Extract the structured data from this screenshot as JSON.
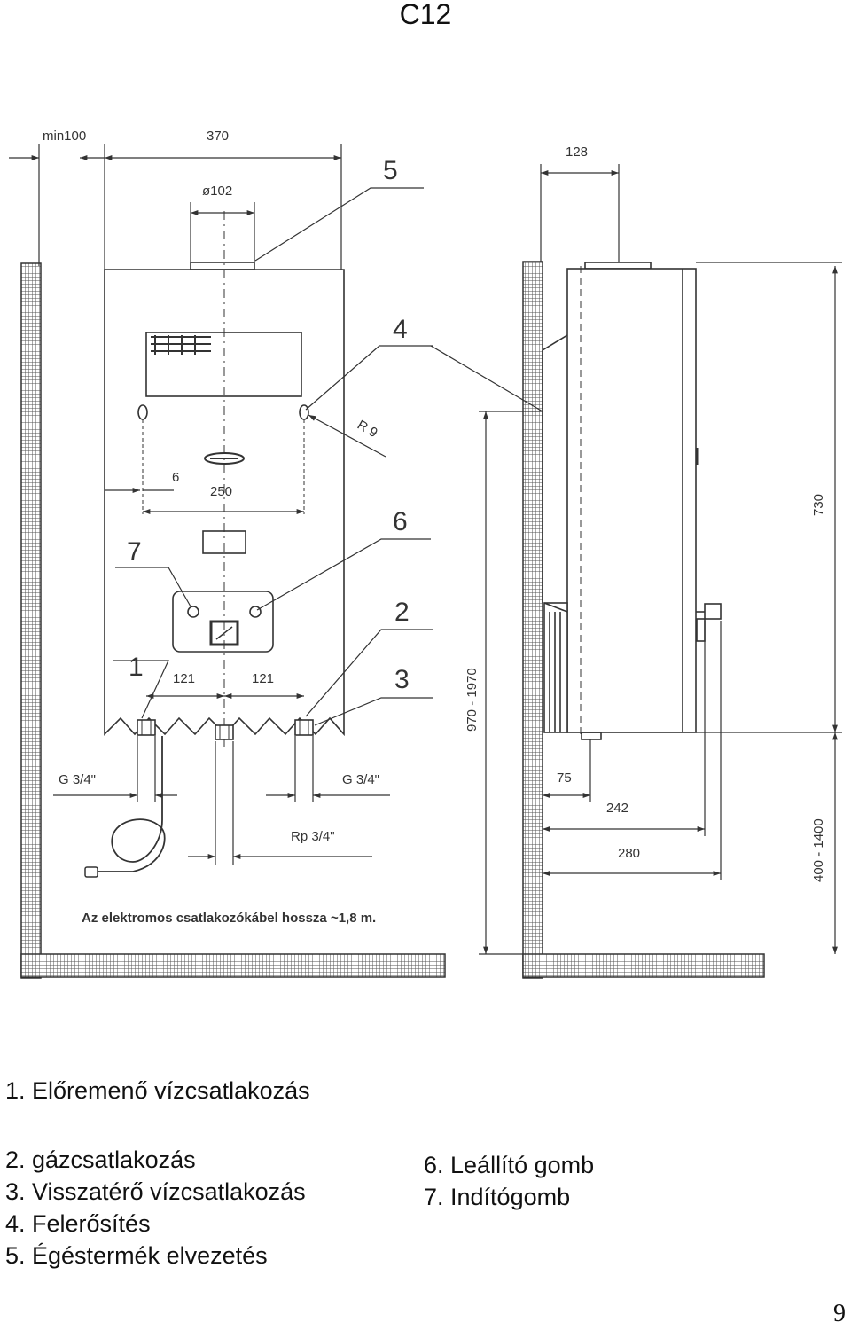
{
  "page": {
    "title": "C12",
    "page_number": "9"
  },
  "diagram": {
    "dimensions": {
      "min_clearance": "min100",
      "width": "370",
      "depth": "128",
      "flue_diameter": "ø102",
      "radius": "R 9",
      "offset": "6",
      "mount_spacing": "250",
      "pipe_spacing_left": "121",
      "pipe_spacing_right": "121",
      "install_height_range": "970 - 1970",
      "unit_height": "730",
      "floor_clearance_range": "400 - 1400",
      "side_75": "75",
      "side_242": "242",
      "side_280": "280",
      "water_thread_left": "G 3/4\"",
      "water_thread_right": "G 3/4\"",
      "gas_thread": "Rp 3/4\""
    },
    "callouts": [
      "1",
      "2",
      "3",
      "4",
      "5",
      "6",
      "7"
    ],
    "cable_note": "Az elektromos csatlakozókábel hossza ~1,8 m."
  },
  "legend": {
    "item1": "1. Előremenő vízcsatlakozás",
    "item2": "2. gázcsatlakozás",
    "item3": "3. Visszatérő vízcsatlakozás",
    "item4": "4. Felerősítés",
    "item5": "5. Égéstermék elvezetés",
    "item6": "6. Leállító gomb",
    "item7": "7. Indítógomb"
  }
}
